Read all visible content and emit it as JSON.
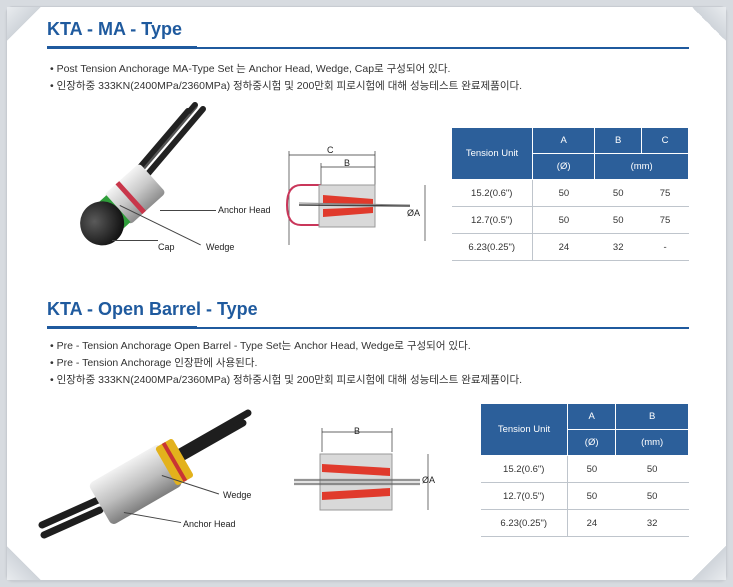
{
  "sections": [
    {
      "title": "KTA - MA - Type",
      "bullets": [
        "Post Tension Anchorage MA-Type Set 는 Anchor Head, Wedge, Cap로 구성되어 있다.",
        "인장하중 333KN(2400MPa/2360MPa) 정하중시험 및 200만회 피로시험에 대해 성능테스트 완료제품이다."
      ],
      "photo_labels": {
        "anchor_head": "Anchor Head",
        "cap": "Cap",
        "wedge": "Wedge"
      },
      "drawing_labels": {
        "c": "C",
        "b": "B",
        "dia": "ØA"
      },
      "table": {
        "header_main": "Tension Unit",
        "cols": [
          "A",
          "B",
          "C"
        ],
        "units": [
          "(Ø)",
          "(mm)"
        ],
        "rows": [
          [
            "15.2(0.6\")",
            "50",
            "50",
            "75"
          ],
          [
            "12.7(0.5\")",
            "50",
            "50",
            "75"
          ],
          [
            "6.23(0.25\")",
            "24",
            "32",
            "-"
          ]
        ]
      }
    },
    {
      "title": "KTA - Open Barrel - Type",
      "bullets": [
        "Pre - Tension Anchorage Open Barrel - Type Set는 Anchor Head, Wedge로 구성되어 있다.",
        "Pre - Tension Anchorage 인장판에 사용된다.",
        "인장하중 333KN(2400MPa/2360MPa) 정하중시험 및 200만회 피로시험에 대해 성능테스트 완료제품이다."
      ],
      "photo_labels": {
        "wedge": "Wedge",
        "anchor_head": "Anchor Head"
      },
      "drawing_labels": {
        "b": "B",
        "dia": "ØA"
      },
      "table": {
        "header_main": "Tension Unit",
        "cols": [
          "A",
          "B"
        ],
        "units": [
          "(Ø)",
          "(mm)"
        ],
        "rows": [
          [
            "15.2(0.6\")",
            "50",
            "50"
          ],
          [
            "12.7(0.5\")",
            "50",
            "50"
          ],
          [
            "6.23(0.25\")",
            "24",
            "32"
          ]
        ]
      }
    }
  ],
  "colors": {
    "accent": "#1f5a9e",
    "table_header": "#2c5f9a",
    "wedge_red": "#e03a2c",
    "cap_red": "#c9365a"
  }
}
